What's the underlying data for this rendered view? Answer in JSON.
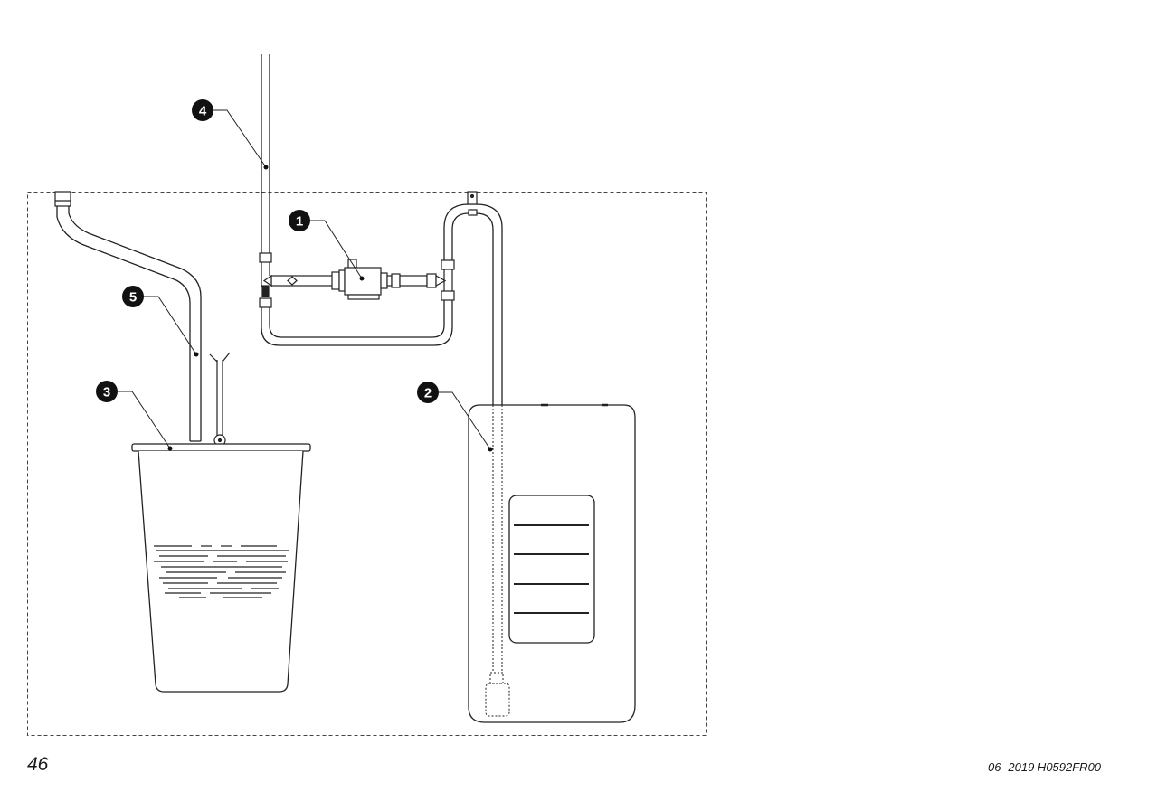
{
  "callouts": [
    {
      "label": "1"
    },
    {
      "label": "2"
    },
    {
      "label": "3"
    },
    {
      "label": "4"
    },
    {
      "label": "5"
    }
  ],
  "footer": {
    "page_number": "46",
    "doc_ref": "06 -2019 H0592FR00"
  }
}
